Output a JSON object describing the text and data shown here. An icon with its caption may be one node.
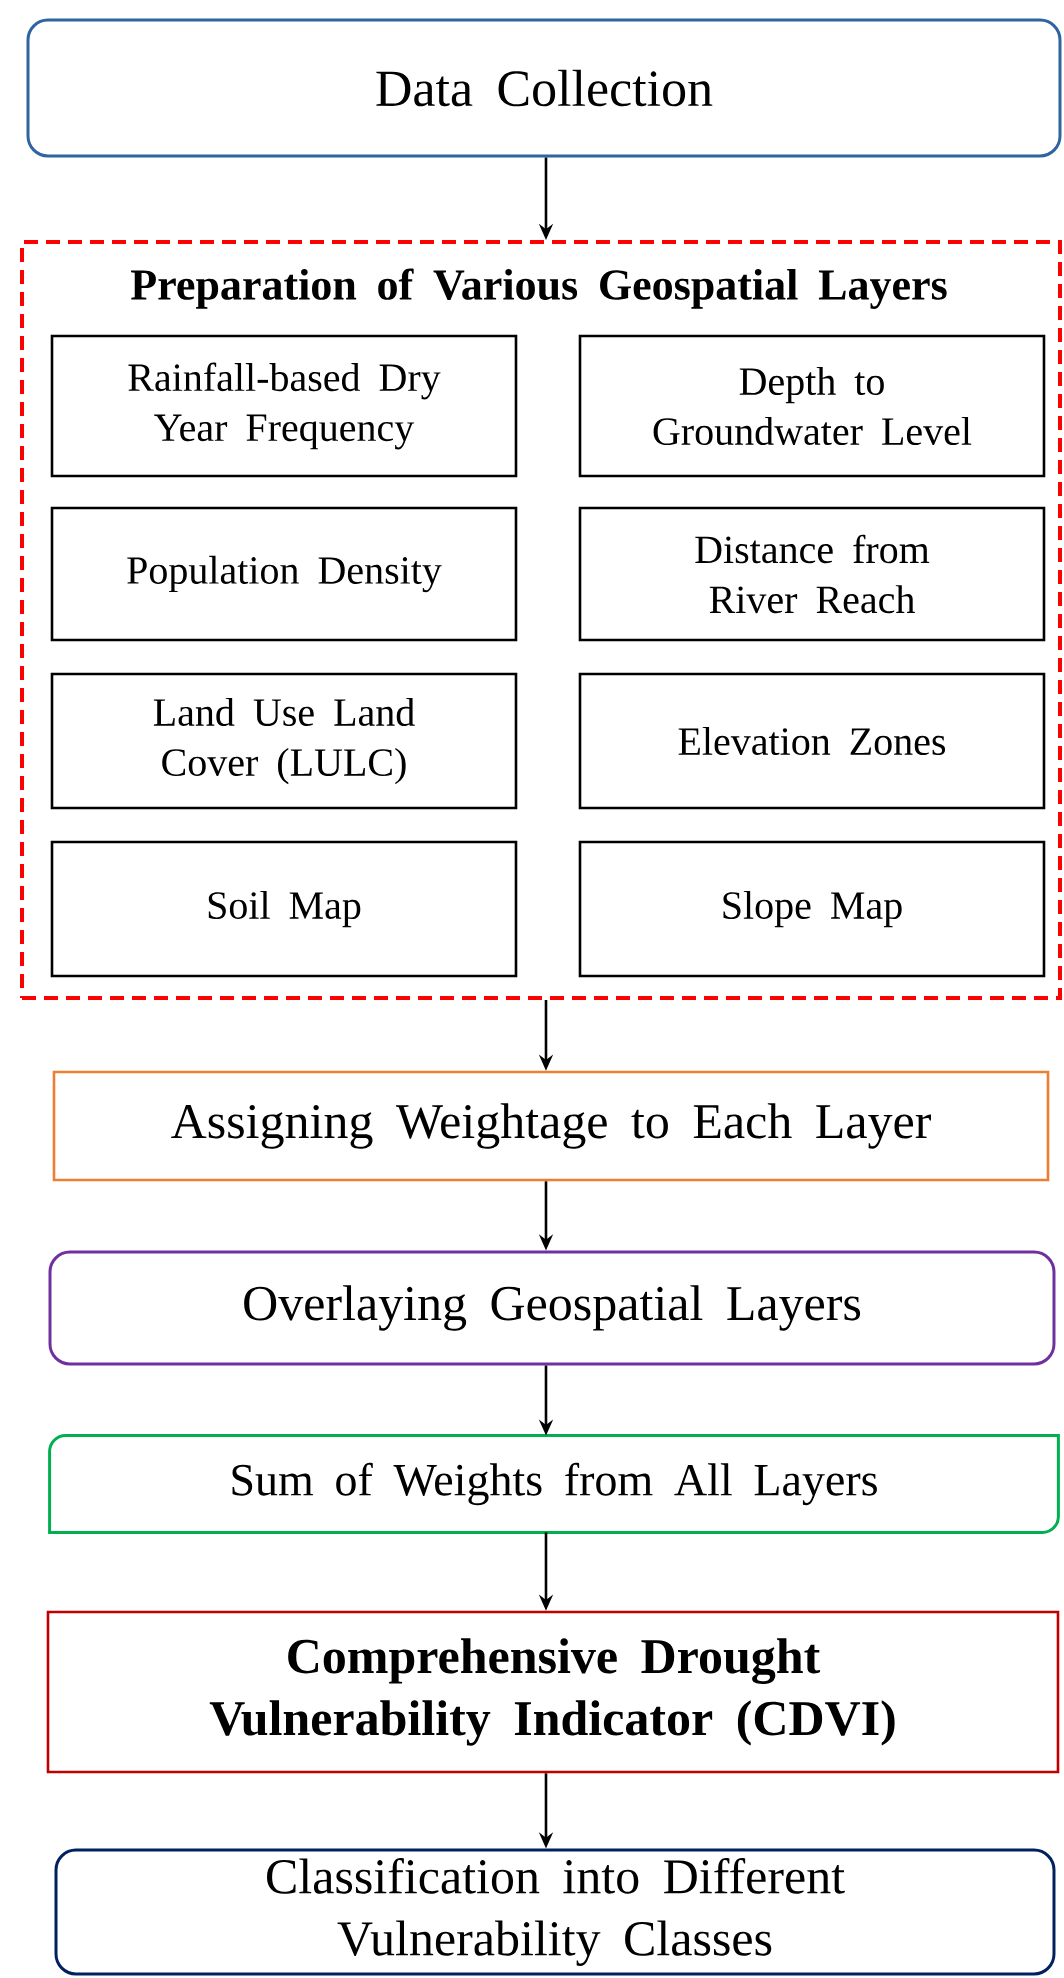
{
  "diagram": {
    "nodes": [
      {
        "text": [
          "Data Collection"
        ]
      },
      {
        "text": [
          "Preparation of Various Geospatial Layers"
        ]
      },
      {
        "text": [
          "Rainfall-based Dry Year Frequency"
        ],
        "in": 1
      },
      {
        "text": [
          "Depth to Groundwater Level"
        ],
        "in": 1
      },
      {
        "text": [
          "Population Density"
        ],
        "in": 1
      },
      {
        "text": [
          "Distance from River Reach"
        ],
        "in": 1
      },
      {
        "text": [
          "Land Use Land Cover (LULC)"
        ],
        "in": 1
      },
      {
        "text": [
          "Elevation Zones"
        ],
        "in": 1
      },
      {
        "text": [
          "Soil Map"
        ],
        "in": 1
      },
      {
        "text": [
          "Slope Map"
        ],
        "in": 1
      },
      {
        "text": [
          "Assigning Weightage to Each Layer"
        ]
      },
      {
        "text": [
          "Overlaying Geospatial Layers"
        ]
      },
      {
        "text": [
          "Sum of Weights from All Layers"
        ]
      },
      {
        "text": [
          "Comprehensive Drought Vulnerability Indicator (CDVI)"
        ]
      },
      {
        "text": [
          "Classification into Different Vulnerability Classes"
        ]
      }
    ],
    "edges": [
      {
        "from": 0,
        "to": 1,
        "arrow": "to"
      },
      {
        "from": 1,
        "to": 10,
        "arrow": "to"
      },
      {
        "from": 10,
        "to": 11,
        "arrow": "to"
      },
      {
        "from": 11,
        "to": 12,
        "arrow": "to"
      },
      {
        "from": 12,
        "to": 13,
        "arrow": "to"
      },
      {
        "from": 13,
        "to": 14,
        "arrow": "to"
      }
    ]
  }
}
